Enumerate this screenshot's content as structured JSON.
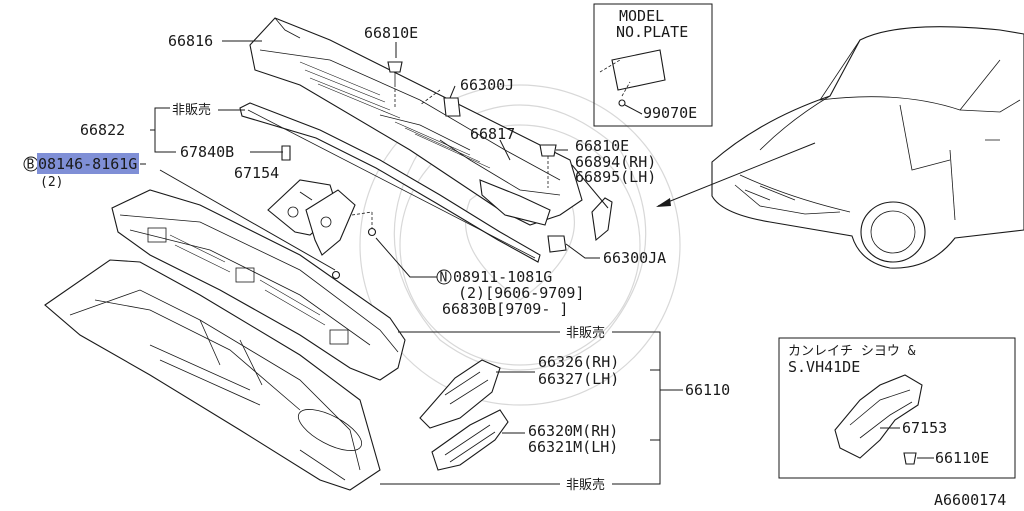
{
  "diagram_code": "A6600174",
  "callouts": {
    "p66816": "66816",
    "p66810e_top": "66810E",
    "p66300j": "66300J",
    "p66817": "66817",
    "p66810e_right": "66810E",
    "p66894": "66894(RH)",
    "p66895": "66895(LH)",
    "p66300ja": "66300JA",
    "not_for_sale_top": "非販売",
    "p66822": "66822",
    "p67840b": "67840B",
    "bolt_prefix": "B",
    "bolt_code": "08146-8161G",
    "bolt_qty": "(2)",
    "p67154": "67154",
    "nut_prefix": "N",
    "nut_code": "08911-1081G",
    "nut_qty_range": "(2)[9606-9709]",
    "p66830b": "66830B[9709-    ]",
    "not_for_sale_mid": "非販売",
    "p66326": "66326(RH)",
    "p66327": "66327(LH)",
    "p66110": "66110",
    "p66320m": "66320M(RH)",
    "p66321m": "66321M(LH)",
    "not_for_sale_bottom": "非販売"
  },
  "model_plate": {
    "title_line1": "MODEL",
    "title_line2": "NO.PLATE",
    "part": "99070E"
  },
  "option_box": {
    "line1": "カンレイチ シヨウ &",
    "line2": "S.VH41DE",
    "p67153": "67153",
    "p66110e": "66110E"
  },
  "colors": {
    "line": "#1a1a1a",
    "highlight": "#7f8fd6",
    "watermark": "#d8d8d8"
  }
}
